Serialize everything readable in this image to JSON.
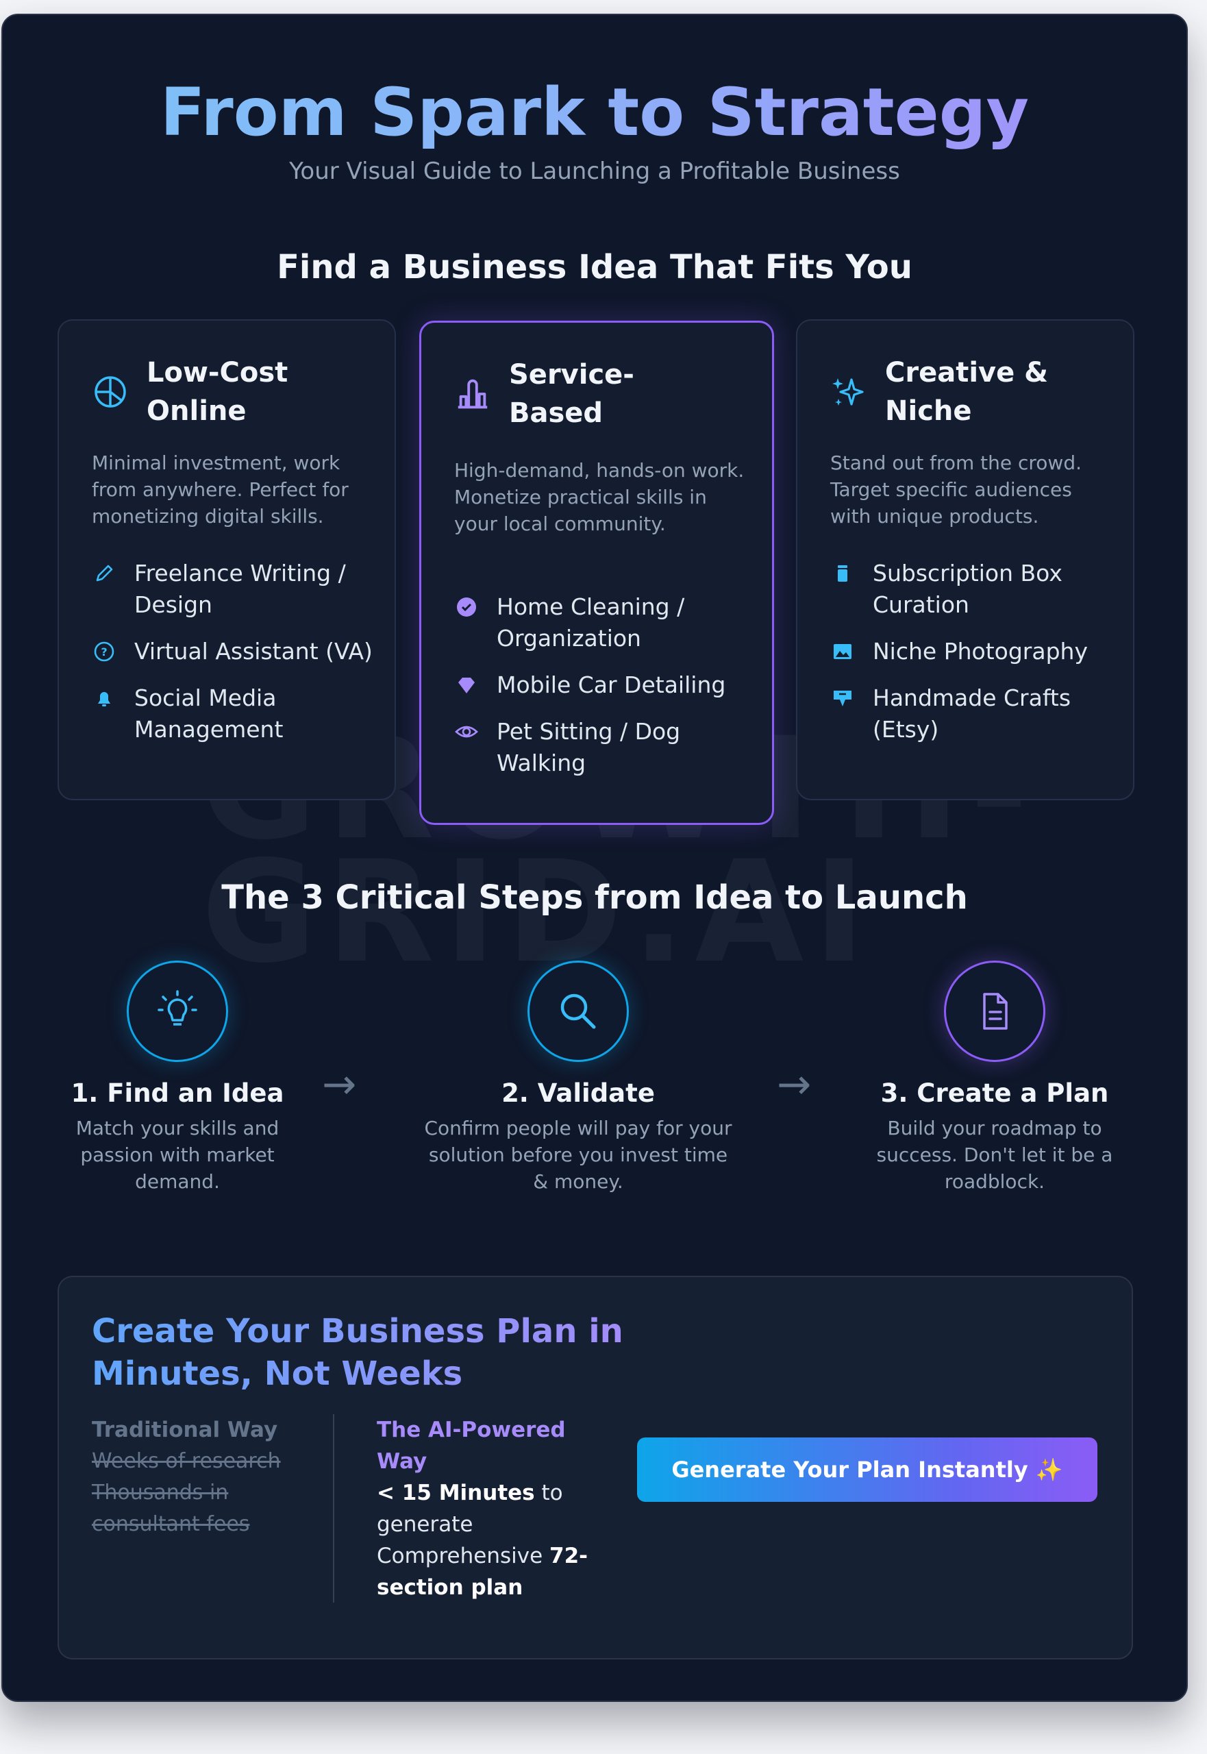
{
  "header": {
    "title": "From Spark to Strategy",
    "subtitle": "Your Visual Guide to Launching a Profitable Business"
  },
  "watermark": [
    "GROWTH-",
    "GRID.AI"
  ],
  "ideas": {
    "heading": "Find a Business Idea That Fits You",
    "cards": [
      {
        "title": [
          "Low-Cost",
          "Online"
        ],
        "icon": "globe-icon",
        "description": "Minimal investment, work from anywhere. Perfect for monetizing digital skills.",
        "items": [
          {
            "label": "Freelance Writing / Design",
            "icon": "pencil-icon"
          },
          {
            "label": "Virtual Assistant (VA)",
            "icon": "question-circle-icon"
          },
          {
            "label": "Social Media Management",
            "icon": "bell-icon"
          }
        ]
      },
      {
        "title": [
          "Service-",
          "Based"
        ],
        "icon": "tools-icon",
        "description": "High-demand, hands-on work. Monetize practical skills in your local community.",
        "items": [
          {
            "label": "Home Cleaning / Organization",
            "icon": "check-circle-icon"
          },
          {
            "label": "Mobile Car Detailing",
            "icon": "diamond-icon"
          },
          {
            "label": "Pet Sitting / Dog Walking",
            "icon": "eye-icon"
          }
        ]
      },
      {
        "title": [
          "Creative &",
          "Niche"
        ],
        "icon": "sparkles-icon",
        "description": "Stand out from the crowd. Target specific audiences with unique products.",
        "items": [
          {
            "label": "Subscription Box Curation",
            "icon": "box-icon"
          },
          {
            "label": "Niche Photography",
            "icon": "image-icon"
          },
          {
            "label": "Handmade Crafts (Etsy)",
            "icon": "heart-tag-icon"
          }
        ]
      }
    ]
  },
  "steps": {
    "heading": "The 3 Critical Steps from Idea to Launch",
    "items": [
      {
        "title": "1. Find an Idea",
        "description": "Match your skills and passion with market demand.",
        "icon": "lightbulb-icon",
        "color": "#0ea5e9"
      },
      {
        "title": "2. Validate",
        "description": "Confirm people will pay for your solution before you invest time & money.",
        "icon": "search-icon",
        "color": "#0ea5e9"
      },
      {
        "title": "3. Create a Plan",
        "description": "Build your roadmap to success. Don't let it be a roadblock.",
        "icon": "document-icon",
        "color": "#8b5cf6"
      }
    ],
    "arrow": "→"
  },
  "cta": {
    "title": "Create Your Business Plan in Minutes, Not Weeks",
    "traditional": {
      "heading": "Traditional Way",
      "items": [
        "Weeks of research",
        "Thousands in consultant fees"
      ]
    },
    "ai": {
      "heading": "The AI-Powered Way",
      "time_strong": "< 15 Minutes",
      "time_rest": " to generate",
      "plan_lead": "Comprehensive ",
      "plan_strong": "72-section plan"
    },
    "button_label": "Generate Your Plan Instantly ✨"
  },
  "colors": {
    "background": "#0f172a",
    "card": "#141d30",
    "accent_blue": "#38bdf8",
    "accent_purple": "#a78bfa"
  }
}
